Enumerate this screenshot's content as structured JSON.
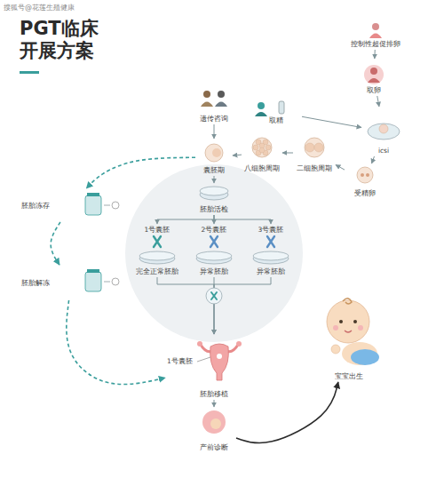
{
  "diagram": {
    "title": "PGT临床 开展方案",
    "nodes": [
      {
        "text": [
          "控制性超促排卵"
        ]
      },
      {
        "text": [
          "取卵"
        ]
      },
      {
        "text": [
          "取精"
        ]
      },
      {
        "text": [
          "icsi"
        ]
      },
      {
        "text": [
          "受精卵"
        ]
      },
      {
        "text": [
          "二细胞周期"
        ]
      },
      {
        "text": [
          "八细胞周期"
        ]
      },
      {
        "text": [
          "遗传咨询"
        ]
      },
      {
        "text": [
          "囊胚期"
        ]
      },
      {
        "text": [
          "胚胎活检"
        ]
      },
      {
        "text": [
          "1号囊胚",
          "完全正常胚胎"
        ]
      },
      {
        "text": [
          "2号囊胚",
          "异常胚胎"
        ]
      },
      {
        "text": [
          "3号囊胚",
          "异常胚胎"
        ]
      },
      {
        "text": [
          "1号囊胚",
          "胚胎移植"
        ]
      },
      {
        "text": [
          "产前诊断"
        ]
      },
      {
        "text": [
          "宝宝出生"
        ]
      },
      {
        "text": [
          "胚胎冻存"
        ]
      },
      {
        "text": [
          "胚胎解冻"
        ]
      }
    ],
    "edges": [
      {
        "from": 0,
        "to": 1,
        "arrow": "to"
      },
      {
        "from": 1,
        "to": 3,
        "arrow": "to"
      },
      {
        "from": 2,
        "to": 3,
        "arrow": "to"
      },
      {
        "from": 3,
        "to": 4,
        "arrow": "to"
      },
      {
        "from": 4,
        "to": 5,
        "arrow": "to"
      },
      {
        "from": 5,
        "to": 6,
        "arrow": "to"
      },
      {
        "from": 6,
        "to": 8,
        "arrow": "to"
      },
      {
        "from": 7,
        "to": 8,
        "arrow": "to"
      },
      {
        "from": 8,
        "to": 9,
        "arrow": "to"
      },
      {
        "from": 9,
        "to": 10,
        "arrow": "to"
      },
      {
        "from": 9,
        "to": 11,
        "arrow": "to"
      },
      {
        "from": 9,
        "to": 12,
        "arrow": "to"
      },
      {
        "from": 10,
        "to": 13,
        "arrow": "to"
      },
      {
        "from": 11,
        "to": 13,
        "arrow": "to"
      },
      {
        "from": 12,
        "to": 13,
        "arrow": "to"
      },
      {
        "from": 13,
        "to": 14,
        "arrow": "to"
      },
      {
        "from": 14,
        "to": 15,
        "arrow": "to"
      },
      {
        "from": 8,
        "to": 16,
        "arrow": "to"
      },
      {
        "from": 16,
        "to": 17,
        "arrow": "to"
      },
      {
        "from": 17,
        "to": 13,
        "arrow": "to"
      }
    ],
    "labels": [
      "搜狐号@花莲生殖健康"
    ]
  }
}
